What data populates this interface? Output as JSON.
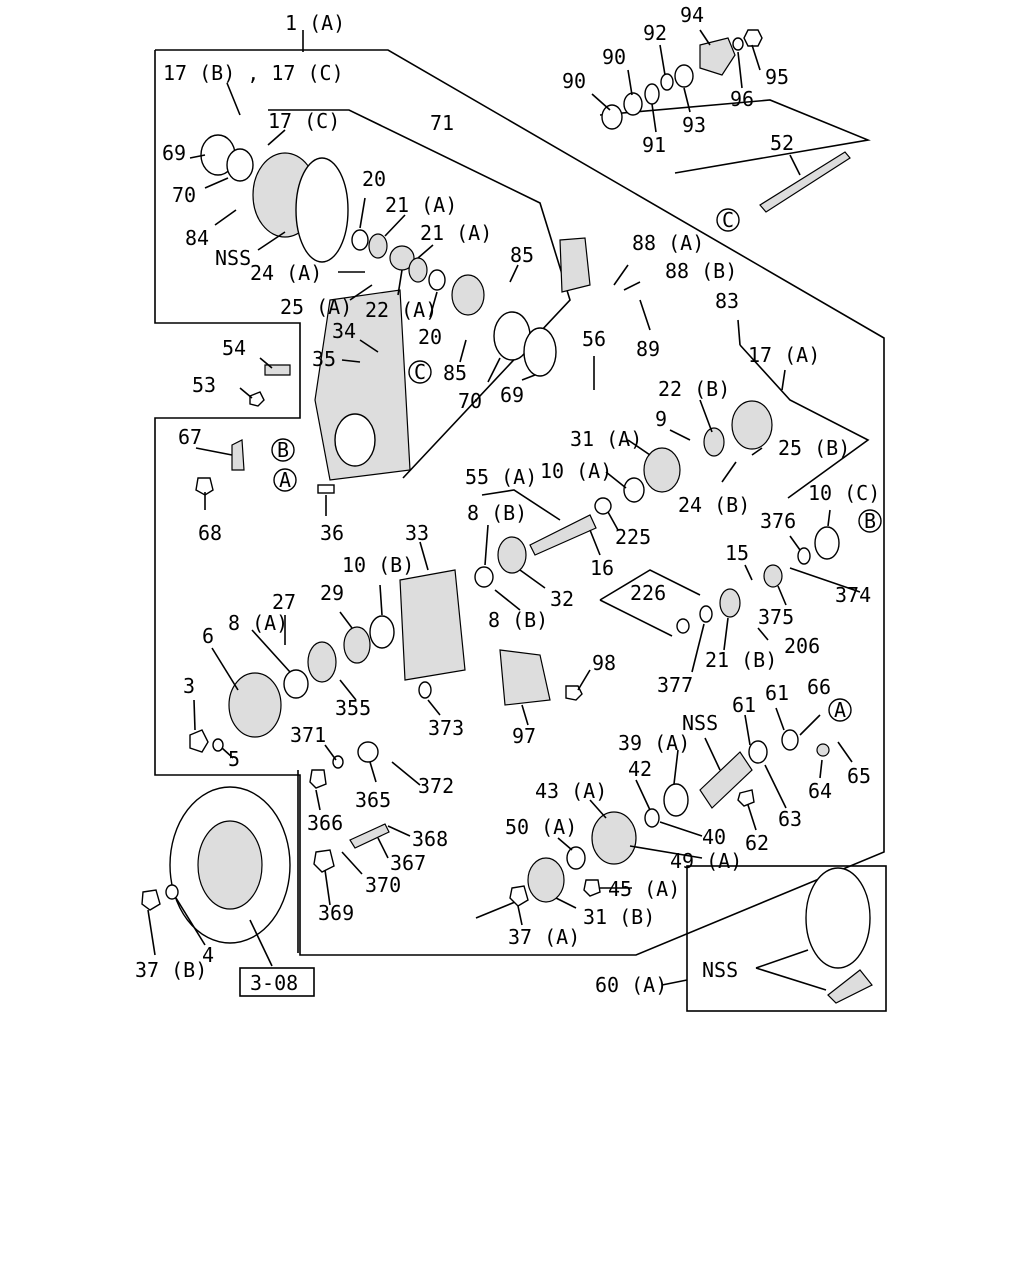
{
  "labels": {
    "l1a": "1 (A)",
    "l17bc": "17 (B) , 17 (C)",
    "l17c": "17 (C)",
    "l71": "71",
    "l69a": "69",
    "l70a": "70",
    "l84": "84",
    "nss1": "NSS",
    "l20a": "20",
    "l21a1": "21 (A)",
    "l21a2": "21 (A)",
    "l85a": "85",
    "l24a": "24 (A)",
    "l25a": "25 (A)",
    "l22a": "22 (A)",
    "l20b": "20",
    "l34": "34",
    "l35": "35",
    "l85b": "85",
    "l70b": "70",
    "l69b": "69",
    "l54": "54",
    "l53": "53",
    "l56": "56",
    "l88a": "88 (A)",
    "l88b": "88 (B)",
    "l89": "89",
    "l90a": "90",
    "l90b": "90",
    "l92": "92",
    "l94": "94",
    "l95": "95",
    "l96": "96",
    "l91": "91",
    "l93": "93",
    "l52": "52",
    "l83": "83",
    "l17a": "17 (A)",
    "l22b": "22 (B)",
    "l9": "9",
    "l31a": "31 (A)",
    "l25b": "25 (B)",
    "l10a": "10 (A)",
    "l24b": "24 (B)",
    "l67": "67",
    "l68": "68",
    "l36": "36",
    "l55a": "55 (A)",
    "l33": "33",
    "l8b1": "8 (B)",
    "l16": "16",
    "l225": "225",
    "l10c": "10 (C)",
    "l376": "376",
    "l15": "15",
    "l374": "374",
    "l375": "375",
    "l10b": "10 (B)",
    "l29": "29",
    "l27": "27",
    "l8a": "8 (A)",
    "l6": "6",
    "l32": "32",
    "l8b2": "8 (B)",
    "l226": "226",
    "l206": "206",
    "l21b": "21 (B)",
    "l98": "98",
    "l377": "377",
    "l3": "3",
    "l355": "355",
    "l373": "373",
    "l97": "97",
    "l5": "5",
    "l371": "371",
    "l39a": "39 (A)",
    "nss2": "NSS",
    "l61a": "61",
    "l61b": "61",
    "l66": "66",
    "l372": "372",
    "l365": "365",
    "l42": "42",
    "l43a": "43 (A)",
    "l366": "366",
    "l368": "368",
    "l367": "367",
    "l370": "370",
    "l50a": "50 (A)",
    "l40": "40",
    "l49a": "49 (A)",
    "l62": "62",
    "l63": "63",
    "l64": "64",
    "l65": "65",
    "l45a": "45 (A)",
    "l369": "369",
    "l31b": "31 (B)",
    "l37a": "37 (A)",
    "l37b": "37 (B)",
    "l4": "4",
    "l308": "3-08",
    "l60a": "60 (A)",
    "nss3": "NSS",
    "refA": "A",
    "refB": "B",
    "refC": "C"
  }
}
